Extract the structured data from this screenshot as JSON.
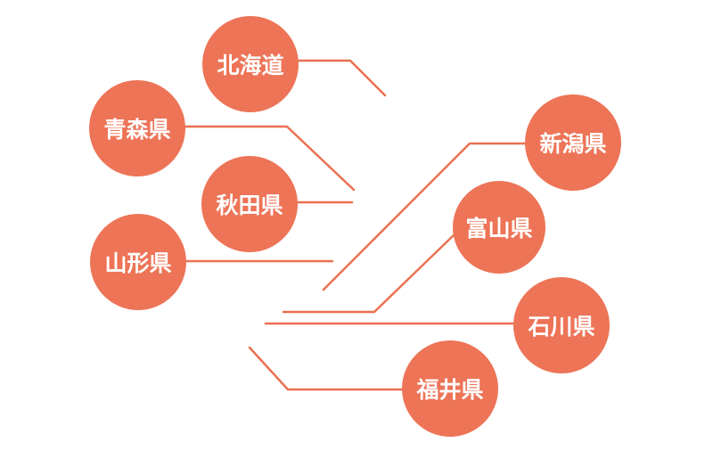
{
  "diagram": {
    "type": "map-callout-labels",
    "colors": {
      "bubble": "#ED7457",
      "line": "#EB7050",
      "text": "#FFFFFF",
      "background": "#FFFFFF"
    },
    "nodes": [
      {
        "id": "hokkaido",
        "label": "北海道"
      },
      {
        "id": "aomori",
        "label": "青森県"
      },
      {
        "id": "akita",
        "label": "秋田県"
      },
      {
        "id": "yamagata",
        "label": "山形県"
      },
      {
        "id": "niigata",
        "label": "新潟県"
      },
      {
        "id": "toyama",
        "label": "富山県"
      },
      {
        "id": "ishikawa",
        "label": "石川県"
      },
      {
        "id": "fukui",
        "label": "福井県"
      }
    ]
  }
}
